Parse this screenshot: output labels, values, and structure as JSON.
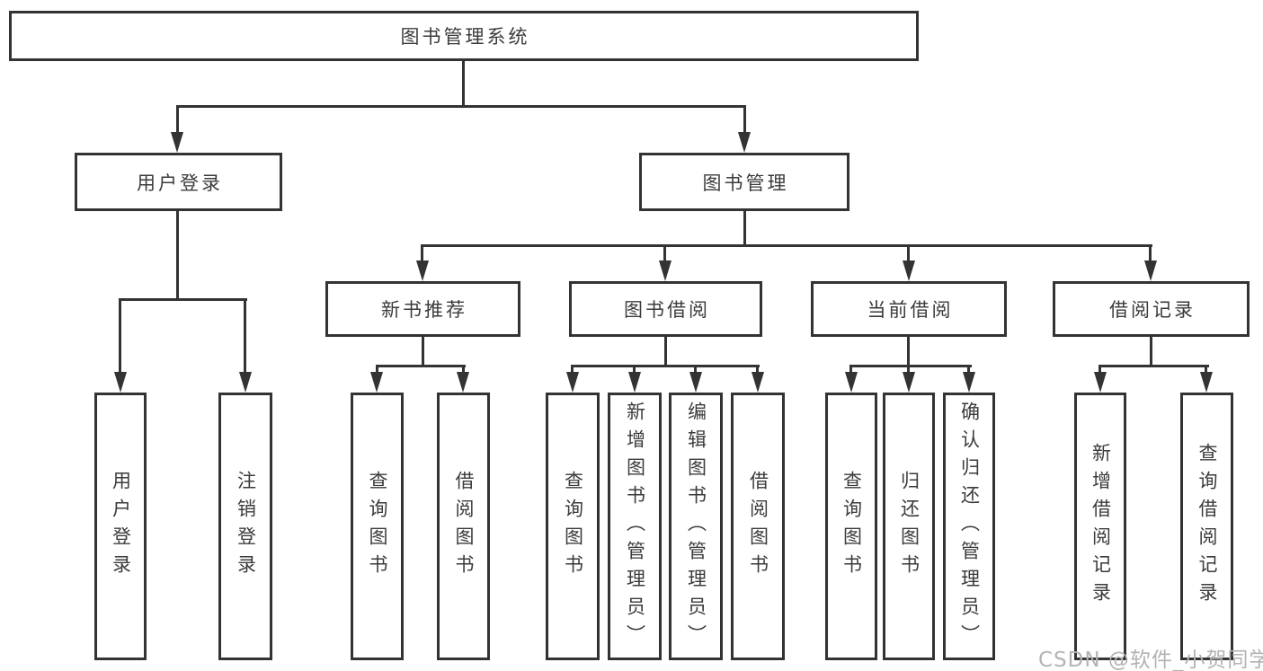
{
  "diagram": {
    "root": {
      "label": "图书管理系统"
    },
    "branches": [
      {
        "label": "用户登录",
        "children": [
          {
            "label": "用户登录"
          },
          {
            "label": "注销登录"
          }
        ]
      },
      {
        "label": "图书管理",
        "children": [
          {
            "label": "新书推荐",
            "children": [
              {
                "label": "查询图书"
              },
              {
                "label": "借阅图书"
              }
            ]
          },
          {
            "label": "图书借阅",
            "children": [
              {
                "label": "查询图书"
              },
              {
                "label": "新增图书（管理员）"
              },
              {
                "label": "编辑图书（管理员）"
              },
              {
                "label": "借阅图书"
              }
            ]
          },
          {
            "label": "当前借阅",
            "children": [
              {
                "label": "查询图书"
              },
              {
                "label": "归还图书"
              },
              {
                "label": "确认归还（管理员）"
              }
            ]
          },
          {
            "label": "借阅记录",
            "children": [
              {
                "label": "新增借阅记录"
              },
              {
                "label": "查询借阅记录"
              }
            ]
          }
        ]
      }
    ]
  },
  "watermark": {
    "text": "CSDN @软件_小贺同学"
  },
  "colors": {
    "line": "#333333",
    "text": "#3b3b3b",
    "watermark": "#b3b3b3",
    "background": "#ffffff"
  }
}
